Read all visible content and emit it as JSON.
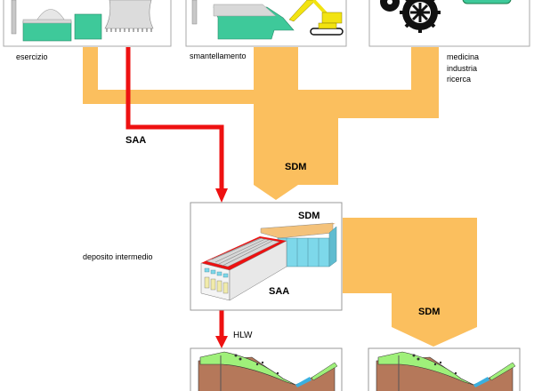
{
  "colors": {
    "flow_sdm": "#fbbf5e",
    "flow_saa": "#ee1111",
    "building_green": "#3ec99a",
    "terrain_green": "#9ff07a",
    "terrain_brown": "#b5785a",
    "frame_border": "#999999"
  },
  "sources": [
    {
      "id": "esercizio",
      "label": "esercizio"
    },
    {
      "id": "smantellamento",
      "label": "smantellamento"
    },
    {
      "id": "mir",
      "label_lines": [
        "medicina",
        "industria",
        "ricerca"
      ]
    }
  ],
  "flows": {
    "saa_label": "SAA",
    "sdm_main_label": "SDM",
    "sdm_right_label": "SDM",
    "hlw_label": "HLW"
  },
  "interim_storage": {
    "label": "deposito intermedio",
    "sdm_tag": "SDM",
    "saa_tag": "SAA"
  }
}
